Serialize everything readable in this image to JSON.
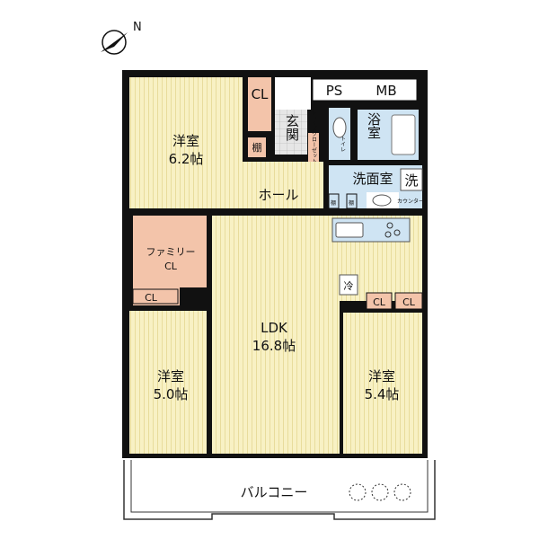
{
  "compass": {
    "label": "N"
  },
  "rooms": {
    "western1": {
      "name": "洋室",
      "size": "6.2帖"
    },
    "western2": {
      "name": "洋室",
      "size": "5.0帖"
    },
    "western3": {
      "name": "洋室",
      "size": "5.4帖"
    },
    "ldk": {
      "name": "LDK",
      "size": "16.8帖"
    },
    "hall": "ホール",
    "entrance": "玄関",
    "shoe_closet": "シューズクローゼット",
    "toilet": "トイレ",
    "bath": "浴室",
    "washroom": "洗面室",
    "washer": "洗",
    "counter": "カウンター",
    "shelf": "棚",
    "closet": "CL",
    "family_closet": {
      "line1": "ファミリー",
      "line2": "CL"
    },
    "fridge": "冷",
    "ps": "PS",
    "mb": "MB",
    "balcony": "バルコニー"
  },
  "colors": {
    "room": "#f8f1c4",
    "stripe": "#ece2a6",
    "wet": "#cfe4f3",
    "closet": "#f3c4aa",
    "wall": "#111111",
    "tile": "#dddddd"
  }
}
